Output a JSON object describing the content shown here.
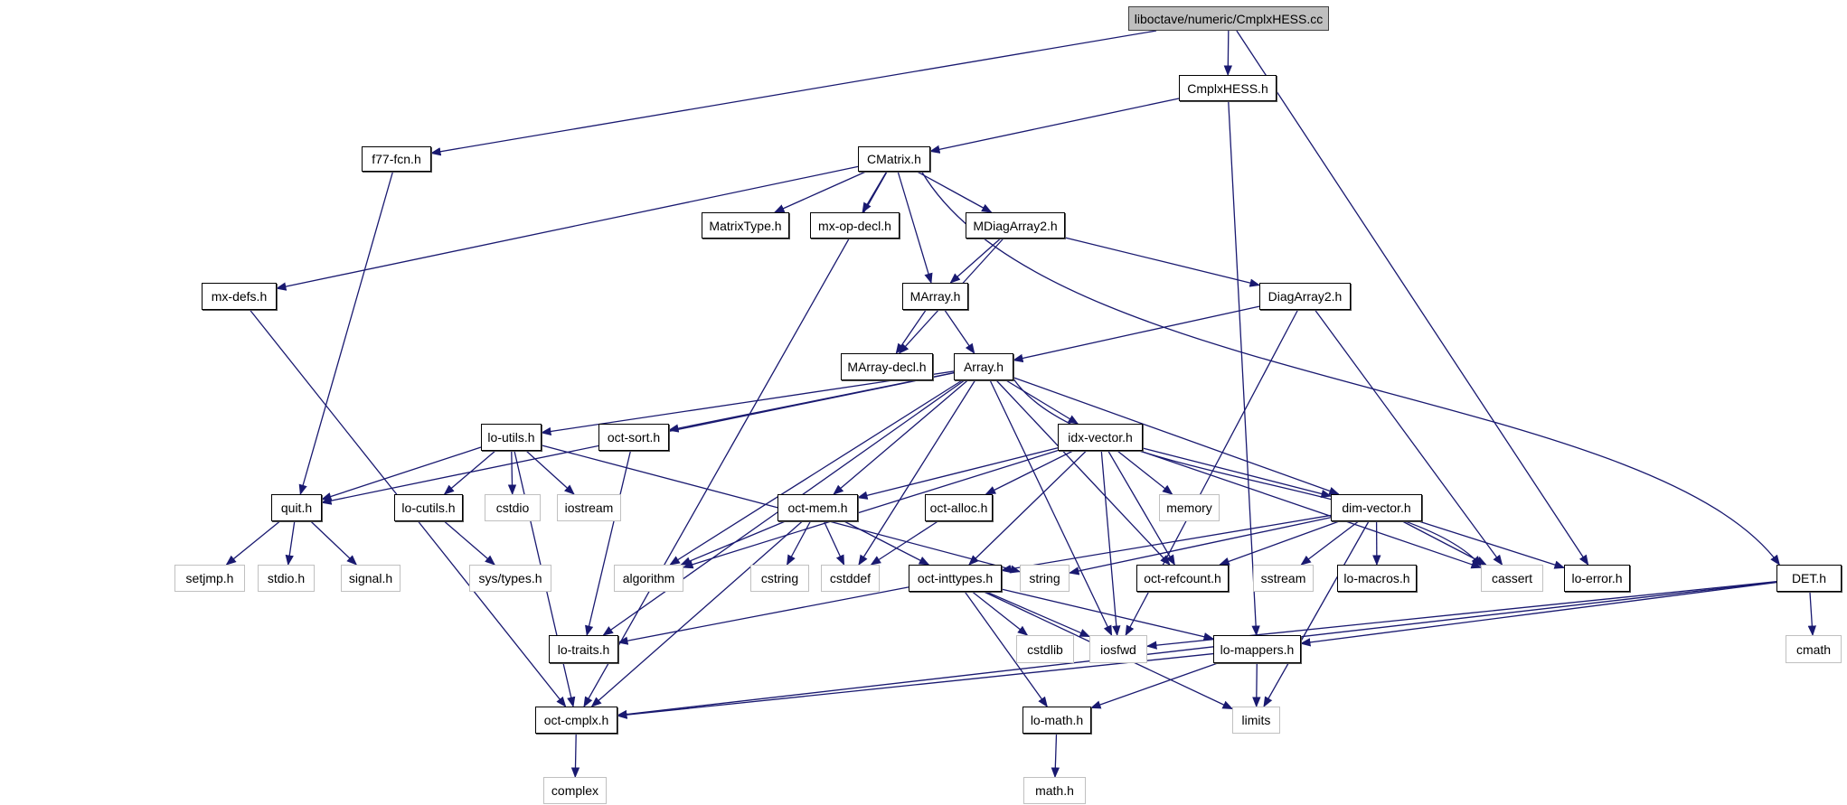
{
  "diagram": {
    "title": "liboctave/numeric/CmplxHESS.cc",
    "colors": {
      "edge": "#191970",
      "root_fill": "#bfbfbf",
      "internal_border": "#000000",
      "external_border": "#c0c0c0"
    },
    "nodes": [
      {
        "id": "root",
        "label": "liboctave/numeric/CmplxHESS.cc",
        "kind": "root"
      },
      {
        "id": "CmplxHESS",
        "label": "CmplxHESS.h",
        "kind": "internal"
      },
      {
        "id": "f77fcn",
        "label": "f77-fcn.h",
        "kind": "internal"
      },
      {
        "id": "CMatrix",
        "label": "CMatrix.h",
        "kind": "internal"
      },
      {
        "id": "MatrixType",
        "label": "MatrixType.h",
        "kind": "internal"
      },
      {
        "id": "mxopdecl",
        "label": "mx-op-decl.h",
        "kind": "internal"
      },
      {
        "id": "MDiagArray2",
        "label": "MDiagArray2.h",
        "kind": "internal"
      },
      {
        "id": "mxdefs",
        "label": "mx-defs.h",
        "kind": "internal"
      },
      {
        "id": "MArray",
        "label": "MArray.h",
        "kind": "internal"
      },
      {
        "id": "DiagArray2",
        "label": "DiagArray2.h",
        "kind": "internal"
      },
      {
        "id": "MArraydecl",
        "label": "MArray-decl.h",
        "kind": "internal"
      },
      {
        "id": "Array",
        "label": "Array.h",
        "kind": "internal"
      },
      {
        "id": "loutils",
        "label": "lo-utils.h",
        "kind": "internal"
      },
      {
        "id": "octsort",
        "label": "oct-sort.h",
        "kind": "internal"
      },
      {
        "id": "idxvector",
        "label": "idx-vector.h",
        "kind": "internal"
      },
      {
        "id": "quit",
        "label": "quit.h",
        "kind": "internal"
      },
      {
        "id": "locutils",
        "label": "lo-cutils.h",
        "kind": "internal"
      },
      {
        "id": "cstdio",
        "label": "cstdio",
        "kind": "external"
      },
      {
        "id": "iostream",
        "label": "iostream",
        "kind": "external"
      },
      {
        "id": "octmem",
        "label": "oct-mem.h",
        "kind": "internal"
      },
      {
        "id": "octalloc",
        "label": "oct-alloc.h",
        "kind": "internal"
      },
      {
        "id": "memory",
        "label": "memory",
        "kind": "external"
      },
      {
        "id": "dimvector",
        "label": "dim-vector.h",
        "kind": "internal"
      },
      {
        "id": "setjmp",
        "label": "setjmp.h",
        "kind": "external"
      },
      {
        "id": "stdio",
        "label": "stdio.h",
        "kind": "external"
      },
      {
        "id": "signal",
        "label": "signal.h",
        "kind": "external"
      },
      {
        "id": "systypes",
        "label": "sys/types.h",
        "kind": "external"
      },
      {
        "id": "algorithm",
        "label": "algorithm",
        "kind": "external"
      },
      {
        "id": "cstring",
        "label": "cstring",
        "kind": "external"
      },
      {
        "id": "cstddef",
        "label": "cstddef",
        "kind": "external"
      },
      {
        "id": "octinttypes",
        "label": "oct-inttypes.h",
        "kind": "internal"
      },
      {
        "id": "string",
        "label": "string",
        "kind": "external"
      },
      {
        "id": "octrefcount",
        "label": "oct-refcount.h",
        "kind": "internal"
      },
      {
        "id": "sstream",
        "label": "sstream",
        "kind": "external"
      },
      {
        "id": "lomacros",
        "label": "lo-macros.h",
        "kind": "internal"
      },
      {
        "id": "cassert",
        "label": "cassert",
        "kind": "external"
      },
      {
        "id": "loerror",
        "label": "lo-error.h",
        "kind": "internal"
      },
      {
        "id": "DET",
        "label": "DET.h",
        "kind": "internal"
      },
      {
        "id": "lotraits",
        "label": "lo-traits.h",
        "kind": "internal"
      },
      {
        "id": "cstdlib",
        "label": "cstdlib",
        "kind": "external"
      },
      {
        "id": "iosfwd",
        "label": "iosfwd",
        "kind": "external"
      },
      {
        "id": "lomappers",
        "label": "lo-mappers.h",
        "kind": "internal"
      },
      {
        "id": "cmath",
        "label": "cmath",
        "kind": "external"
      },
      {
        "id": "octcmplx",
        "label": "oct-cmplx.h",
        "kind": "internal"
      },
      {
        "id": "lomath",
        "label": "lo-math.h",
        "kind": "internal"
      },
      {
        "id": "limits",
        "label": "limits",
        "kind": "external"
      },
      {
        "id": "complex",
        "label": "complex",
        "kind": "external"
      },
      {
        "id": "mathh",
        "label": "math.h",
        "kind": "external"
      }
    ],
    "edges": [
      [
        "root",
        "f77fcn"
      ],
      [
        "root",
        "CmplxHESS"
      ],
      [
        "root",
        "loerror"
      ],
      [
        "CmplxHESS",
        "CMatrix"
      ],
      [
        "CmplxHESS",
        "lomappers"
      ],
      [
        "f77fcn",
        "quit"
      ],
      [
        "CMatrix",
        "MatrixType"
      ],
      [
        "CMatrix",
        "mxopdecl"
      ],
      [
        "CMatrix",
        "MDiagArray2"
      ],
      [
        "CMatrix",
        "MArray"
      ],
      [
        "CMatrix",
        "mxdefs"
      ],
      [
        "CMatrix",
        "octcmplx"
      ],
      [
        "CMatrix",
        "DET"
      ],
      [
        "MDiagArray2",
        "MArray"
      ],
      [
        "MDiagArray2",
        "MArraydecl"
      ],
      [
        "MDiagArray2",
        "DiagArray2"
      ],
      [
        "mxdefs",
        "octcmplx"
      ],
      [
        "MArray",
        "MArraydecl"
      ],
      [
        "MArray",
        "Array"
      ],
      [
        "DiagArray2",
        "Array"
      ],
      [
        "DiagArray2",
        "cassert"
      ],
      [
        "DiagArray2",
        "iosfwd"
      ],
      [
        "Array",
        "loutils"
      ],
      [
        "Array",
        "octsort"
      ],
      [
        "Array",
        "quit"
      ],
      [
        "Array",
        "lotraits"
      ],
      [
        "Array",
        "algorithm"
      ],
      [
        "Array",
        "octmem"
      ],
      [
        "Array",
        "cstddef"
      ],
      [
        "Array",
        "idxvector"
      ],
      [
        "Array",
        "octrefcount"
      ],
      [
        "Array",
        "dimvector"
      ],
      [
        "Array",
        "cassert"
      ],
      [
        "Array",
        "iosfwd"
      ],
      [
        "loutils",
        "quit"
      ],
      [
        "loutils",
        "locutils"
      ],
      [
        "loutils",
        "cstdio"
      ],
      [
        "loutils",
        "iostream"
      ],
      [
        "loutils",
        "octcmplx"
      ],
      [
        "loutils",
        "string"
      ],
      [
        "octsort",
        "lotraits"
      ],
      [
        "quit",
        "setjmp"
      ],
      [
        "quit",
        "stdio"
      ],
      [
        "quit",
        "signal"
      ],
      [
        "locutils",
        "systypes"
      ],
      [
        "idxvector",
        "octmem"
      ],
      [
        "idxvector",
        "algorithm"
      ],
      [
        "idxvector",
        "octalloc"
      ],
      [
        "idxvector",
        "memory"
      ],
      [
        "idxvector",
        "dimvector"
      ],
      [
        "idxvector",
        "octrefcount"
      ],
      [
        "idxvector",
        "iosfwd"
      ],
      [
        "idxvector",
        "cassert"
      ],
      [
        "idxvector",
        "octinttypes"
      ],
      [
        "octmem",
        "algorithm"
      ],
      [
        "octmem",
        "cstring"
      ],
      [
        "octmem",
        "cstddef"
      ],
      [
        "octmem",
        "octinttypes"
      ],
      [
        "octmem",
        "octcmplx"
      ],
      [
        "octalloc",
        "cstddef"
      ],
      [
        "dimvector",
        "octinttypes"
      ],
      [
        "dimvector",
        "string"
      ],
      [
        "dimvector",
        "octrefcount"
      ],
      [
        "dimvector",
        "sstream"
      ],
      [
        "dimvector",
        "lomacros"
      ],
      [
        "dimvector",
        "cassert"
      ],
      [
        "dimvector",
        "loerror"
      ],
      [
        "dimvector",
        "limits"
      ],
      [
        "octinttypes",
        "lotraits"
      ],
      [
        "octinttypes",
        "cstdlib"
      ],
      [
        "octinttypes",
        "iosfwd"
      ],
      [
        "octinttypes",
        "lomappers"
      ],
      [
        "octinttypes",
        "lomath"
      ],
      [
        "octinttypes",
        "limits"
      ],
      [
        "DET",
        "cmath"
      ],
      [
        "DET",
        "lomappers"
      ],
      [
        "DET",
        "octcmplx"
      ],
      [
        "DET",
        "iosfwd"
      ],
      [
        "lomappers",
        "octcmplx"
      ],
      [
        "lomappers",
        "lomath"
      ],
      [
        "lomappers",
        "limits"
      ],
      [
        "octcmplx",
        "complex"
      ],
      [
        "lomath",
        "mathh"
      ]
    ]
  }
}
